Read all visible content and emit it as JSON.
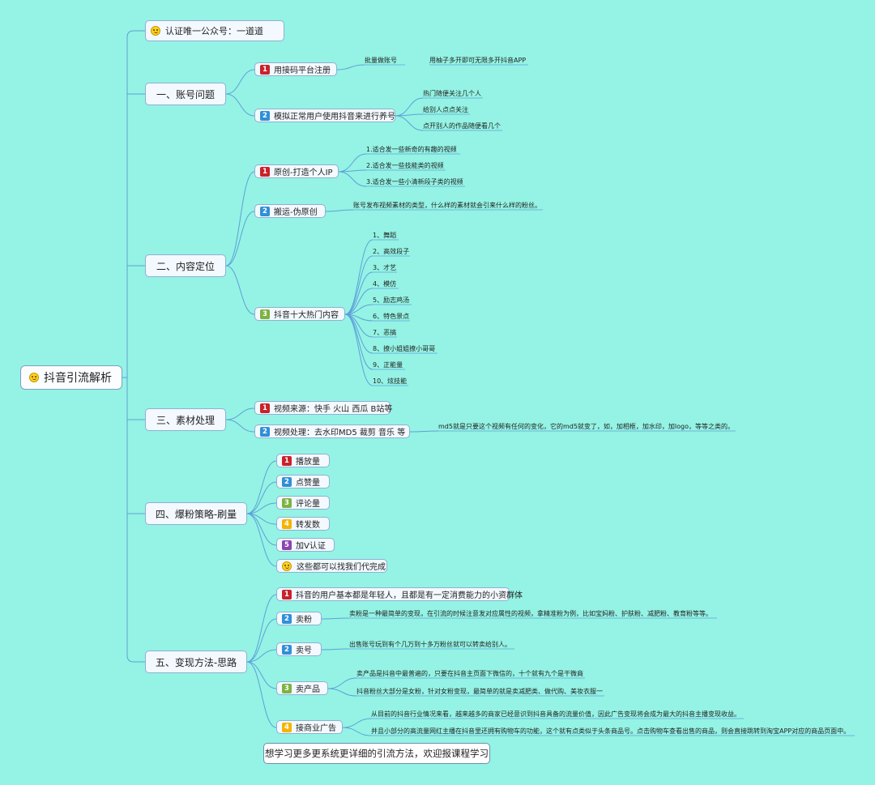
{
  "colors": {
    "background": "#94f3e4",
    "connector": "#5f9fd9",
    "badge_1": "#c9222a",
    "badge_2": "#2f8fd8",
    "badge_3": "#7cb342",
    "badge_4": "#f4b400",
    "badge_5": "#8e44ad"
  },
  "root": {
    "label": "抖音引流解析",
    "icon": "smile-icon"
  },
  "verify": {
    "label": "认证唯一公众号：一道道",
    "icon": "smile-icon"
  },
  "s1": {
    "title": "一、账号问题",
    "items": [
      {
        "num": "1",
        "label": "用接码平台注册",
        "leaves": [
          "批量做账号"
        ],
        "subleaf": "用柚子多开即可无限多开抖音APP"
      },
      {
        "num": "2",
        "label": "模拟正常用户使用抖音来进行养号",
        "leaves": [
          "热门随便关注几个人",
          "给别人点点关注",
          "点开别人的作品随便看几个"
        ]
      }
    ]
  },
  "s2": {
    "title": "二、内容定位",
    "items": [
      {
        "num": "1",
        "label": "原创-打造个人IP",
        "leaves": [
          "1.适合发一些新奇的有趣的视频",
          "2.适合发一些技能类的视频",
          "3.适合发一些小清新段子类的视频"
        ]
      },
      {
        "num": "2",
        "label": "搬运-伪原创",
        "leaves": [
          "账号发布视频素材的类型，什么样的素材就会引来什么样的粉丝。"
        ]
      },
      {
        "num": "3",
        "label": "抖音十大热门内容",
        "leaves": [
          "1、舞蹈",
          "2、高效段子",
          "3、才艺",
          "4、模仿",
          "5、励志鸡汤",
          "6、特色景点",
          "7、恶搞",
          "8、撩小姐姐撩小哥哥",
          "9、正能量",
          "10、炫技能"
        ]
      }
    ]
  },
  "s3": {
    "title": "三、素材处理",
    "items": [
      {
        "num": "1",
        "label": "视频来源：快手 火山 西瓜 B站等",
        "leaves": []
      },
      {
        "num": "2",
        "label": "视频处理：去水印MD5  裁剪  音乐  等",
        "leaves": [
          "md5就是只要这个视频有任何的变化，它的md5就变了，如，加相框，加水印，加logo，等等之类的。"
        ]
      }
    ]
  },
  "s4": {
    "title": "四、爆粉策略-刷量",
    "items": [
      {
        "num": "1",
        "label": "播放量"
      },
      {
        "num": "2",
        "label": "点赞量"
      },
      {
        "num": "3",
        "label": "评论量"
      },
      {
        "num": "4",
        "label": "转发数"
      },
      {
        "num": "5",
        "label": "加V认证"
      },
      {
        "icon": "smile-icon",
        "label": "这些都可以找我们代完成"
      }
    ]
  },
  "s5": {
    "title": "五、变现方法-思路",
    "items": [
      {
        "num": "1",
        "label": "抖音的用户基本都是年轻人，且都是有一定消费能力的小资群体",
        "leaves": []
      },
      {
        "num": "2",
        "label": "卖粉",
        "leaves": [
          "卖粉是一种最简单的变现，在引流的时候注意发对应属性的视频，拿精准粉为例，比如宝妈粉、护肤粉、减肥粉、教育粉等等。"
        ]
      },
      {
        "num": "2",
        "label": "卖号",
        "leaves": [
          "出售账号玩到有个几万到十多万粉丝就可以转卖给别人。"
        ]
      },
      {
        "num": "3",
        "label": "卖产品",
        "leaves": [
          "卖产品是抖音中最普遍的，只要在抖音主页面下微信的，十个就有九个是干微商",
          "抖音粉丝大部分是女粉，针对女粉变现，最简单的就是卖减肥类、做代购、美妆衣服一"
        ]
      },
      {
        "num": "4",
        "label": "接商业广告",
        "leaves": [
          "从目前的抖音行业情况来看，越来越多的商家已经意识到抖音具备的流量价值，因此广告变现将会成为最大的抖音主播变现收益。",
          "并且小部分的高流量网红主播在抖音里还拥有购物车的功能，这个就有点类似于头条商品号。点击购物车查看出售的商品，则会直接跳转到淘宝APP对应的商品页面中。"
        ]
      }
    ]
  },
  "footer": {
    "label": "想学习更多更系统更详细的引流方法，欢迎报课程学习"
  }
}
